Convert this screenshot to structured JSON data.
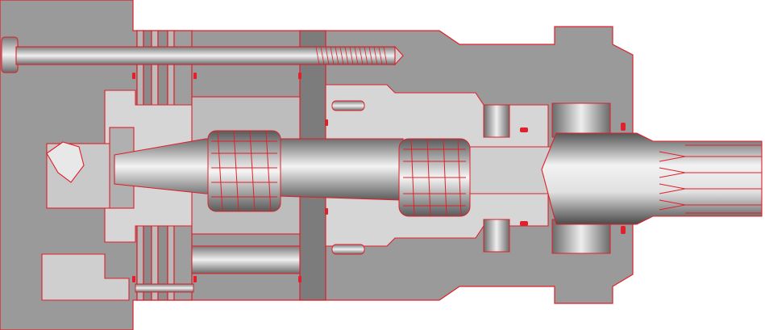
{
  "diagram": {
    "kind": "cross-section",
    "colors": {
      "background": "#ffffff",
      "housing": "#9a9a9a",
      "housing_dark": "#7a7a7a",
      "inner_light": "#d9d9d9",
      "outline": "#e0202a",
      "metal_light": "#f2f2f2",
      "metal_dark": "#6e6e6e"
    },
    "parts": [
      "housing",
      "tie-rod",
      "rotor-gear-set",
      "cardan-shaft",
      "drive-spline",
      "output-shaft",
      "bearings",
      "shaft-seals",
      "valve-plate-stack"
    ]
  }
}
